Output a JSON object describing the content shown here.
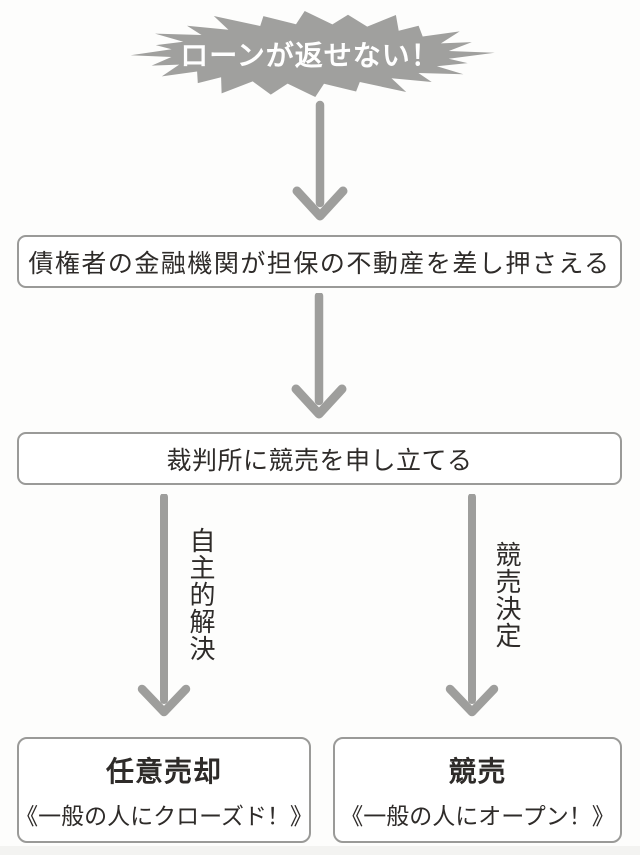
{
  "flow": {
    "burst": {
      "label": "ローンが返せない！"
    },
    "steps": [
      {
        "text": "債権者の金融機関が担保の不動産を差し押さえる"
      },
      {
        "text": "裁判所に競売を申し立てる"
      }
    ],
    "branches": {
      "left": {
        "arrow_label": "自主的解決",
        "outcome_title": "任意売却",
        "outcome_subtitle": "《一般の人にクローズド！》"
      },
      "right": {
        "arrow_label": "競売決定",
        "outcome_title": "競売",
        "outcome_subtitle": "《一般の人にオープン！》"
      }
    }
  },
  "colors": {
    "bg": "#fdfdfc",
    "burst": "#a0a09e",
    "arrow": "#9e9e9c",
    "border": "#9a9a98",
    "ink": "#2e2b29",
    "footer": "#f3f3f1"
  }
}
